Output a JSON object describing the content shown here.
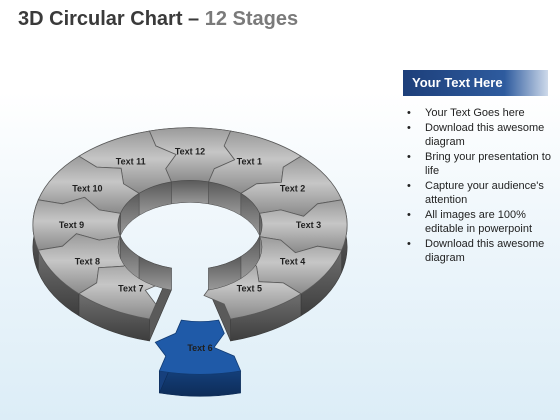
{
  "title": {
    "main": "3D Circular Chart",
    "dash": " – ",
    "sub": "12 Stages"
  },
  "segments": [
    {
      "label": "Text 1"
    },
    {
      "label": "Text 2"
    },
    {
      "label": "Text 3"
    },
    {
      "label": "Text 4"
    },
    {
      "label": "Text 5"
    },
    {
      "label": "Text 6"
    },
    {
      "label": "Text 7"
    },
    {
      "label": "Text 8"
    },
    {
      "label": "Text 9"
    },
    {
      "label": "Text 10"
    },
    {
      "label": "Text 11"
    },
    {
      "label": "Text 12"
    }
  ],
  "highlight": {
    "segment": "Text 6",
    "color": "#1f5aa8"
  },
  "panel": {
    "header": "Your Text Here",
    "header_color": "#1d3f7a",
    "bullet_char": "•",
    "bullets": [
      "Your Text Goes here",
      "Download this awesome diagram",
      "Bring your presentation to life",
      "Capture your audience's attention",
      "All images are 100% editable in powerpoint",
      "Download this awesome diagram"
    ]
  }
}
